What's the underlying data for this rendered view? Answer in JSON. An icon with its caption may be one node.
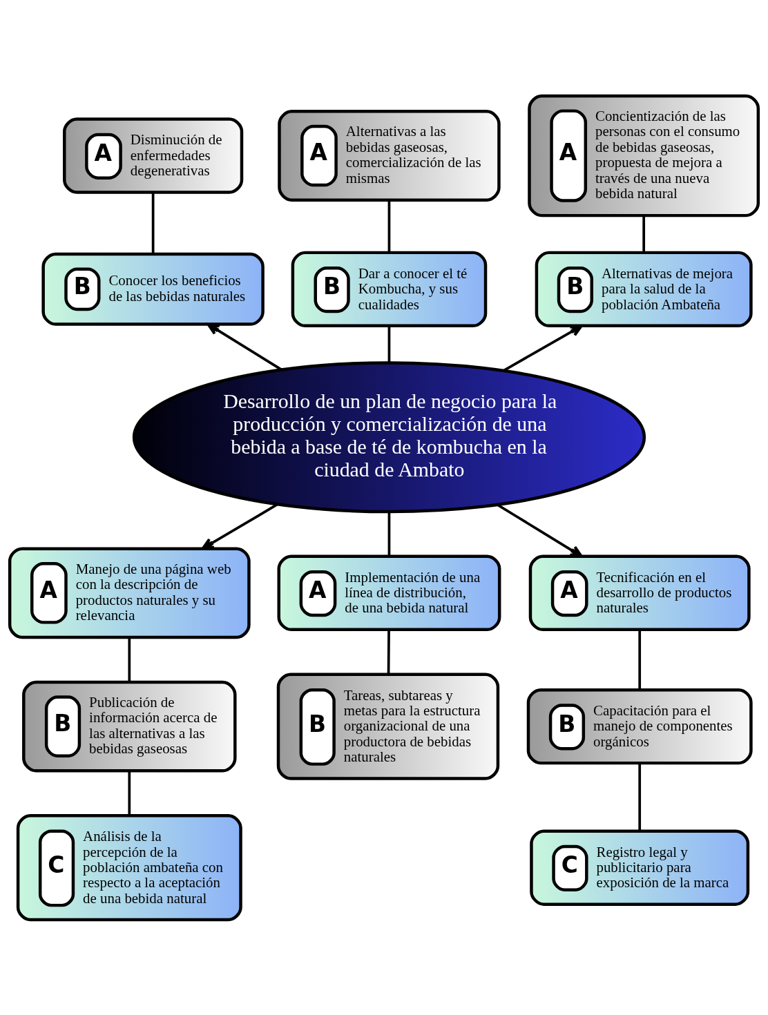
{
  "diagram": {
    "nodes": [
      {
        "text": [
          "A",
          "Disminución de enfermedades degenerativas"
        ]
      },
      {
        "text": [
          "A",
          "Alternativas a las bebidas gaseosas, comercialización de las mismas"
        ]
      },
      {
        "text": [
          "A",
          "Concientización de las personas con el consumo de bebidas gaseosas, propuesta de mejora a través de una nueva bebida natural"
        ]
      },
      {
        "text": [
          "B",
          "Conocer los beneficios de las bebidas naturales"
        ]
      },
      {
        "text": [
          "B",
          "Dar a conocer el té Kombucha, y sus cualidades"
        ]
      },
      {
        "text": [
          "B",
          "Alternativas de mejora para la salud de la población Ambateña"
        ]
      },
      {
        "text": [
          "Desarrollo de un plan de negocio para la producción y comercialización de una bebida a base de té de kombucha en la ciudad de Ambato"
        ]
      },
      {
        "text": [
          "A",
          "Manejo de una página web con la descripción de productos naturales y su relevancia"
        ]
      },
      {
        "text": [
          "A",
          "Implementación de una línea de distribución, de una bebida natural"
        ]
      },
      {
        "text": [
          "A",
          "Tecnificación en el desarrollo de productos naturales"
        ]
      },
      {
        "text": [
          "B",
          "Publicación de información acerca de las alternativas a las bebidas gaseosas"
        ]
      },
      {
        "text": [
          "B",
          "Tareas, subtareas y metas para la estructura organizacional de una productora de bebidas naturales"
        ]
      },
      {
        "text": [
          "B",
          "Capacitación para el manejo de componentes orgánicos"
        ]
      },
      {
        "text": [
          "C",
          "Análisis de la percepción de la población ambateña con respecto a la aceptación de una bebida natural"
        ]
      },
      {
        "text": [
          "C",
          "Registro legal y publicitario para exposición de la marca"
        ]
      }
    ],
    "edges": [
      {
        "from": 0,
        "to": 3,
        "arrow": "none"
      },
      {
        "from": 1,
        "to": 4,
        "arrow": "none"
      },
      {
        "from": 2,
        "to": 5,
        "arrow": "none"
      },
      {
        "from": 6,
        "to": 3,
        "arrow": "to"
      },
      {
        "from": 4,
        "to": 6,
        "arrow": "none"
      },
      {
        "from": 6,
        "to": 5,
        "arrow": "to"
      },
      {
        "from": 6,
        "to": 7,
        "arrow": "to"
      },
      {
        "from": 6,
        "to": 8,
        "arrow": "none"
      },
      {
        "from": 6,
        "to": 9,
        "arrow": "to"
      },
      {
        "from": 7,
        "to": 10,
        "arrow": "none"
      },
      {
        "from": 8,
        "to": 11,
        "arrow": "none"
      },
      {
        "from": 9,
        "to": 12,
        "arrow": "none"
      },
      {
        "from": 10,
        "to": 13,
        "arrow": "none"
      },
      {
        "from": 12,
        "to": 14,
        "arrow": "none"
      }
    ]
  }
}
